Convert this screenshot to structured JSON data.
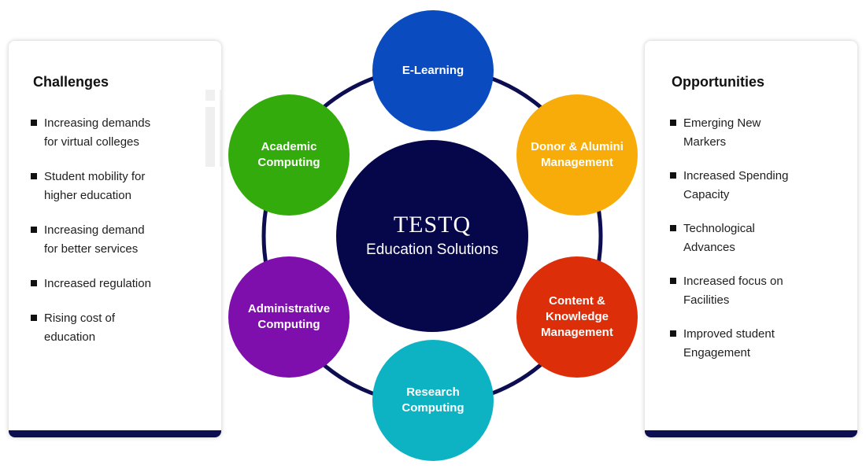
{
  "challenges": {
    "title": "Challenges",
    "items": [
      [
        "Increasing demands",
        "for virtual colleges"
      ],
      [
        "Student mobility for",
        "higher education"
      ],
      [
        "Increasing demand",
        "for better services"
      ],
      [
        "Increased regulation"
      ],
      [
        "Rising cost of",
        "education"
      ]
    ]
  },
  "opportunities": {
    "title": "Opportunities",
    "items": [
      [
        "Emerging New",
        "Markers"
      ],
      [
        "Increased Spending",
        "Capacity"
      ],
      [
        "Technological",
        "Advances"
      ],
      [
        "Increased focus on",
        "Facilities"
      ],
      [
        "Improved student",
        "Engagement"
      ]
    ]
  },
  "center": {
    "brand": "TESTQ",
    "subtitle": "Education Solutions"
  },
  "nodes": [
    {
      "label": [
        "E-Learning"
      ],
      "color": "#0a4bbf"
    },
    {
      "label": [
        "Donor & Alumini",
        "Management"
      ],
      "color": "#f7ac0a"
    },
    {
      "label": [
        "Content &",
        "Knowledge",
        "Management"
      ],
      "color": "#dd2e0a"
    },
    {
      "label": [
        "Research",
        "Computing"
      ],
      "color": "#0db3c3"
    },
    {
      "label": [
        "Administrative",
        "Computing"
      ],
      "color": "#7f0fad"
    },
    {
      "label": [
        "Academic",
        "Computing"
      ],
      "color": "#33ab0c"
    }
  ],
  "colors": {
    "ring": "#0d0d52",
    "center": "#06064a",
    "panel_bar": "#0d0d52"
  }
}
